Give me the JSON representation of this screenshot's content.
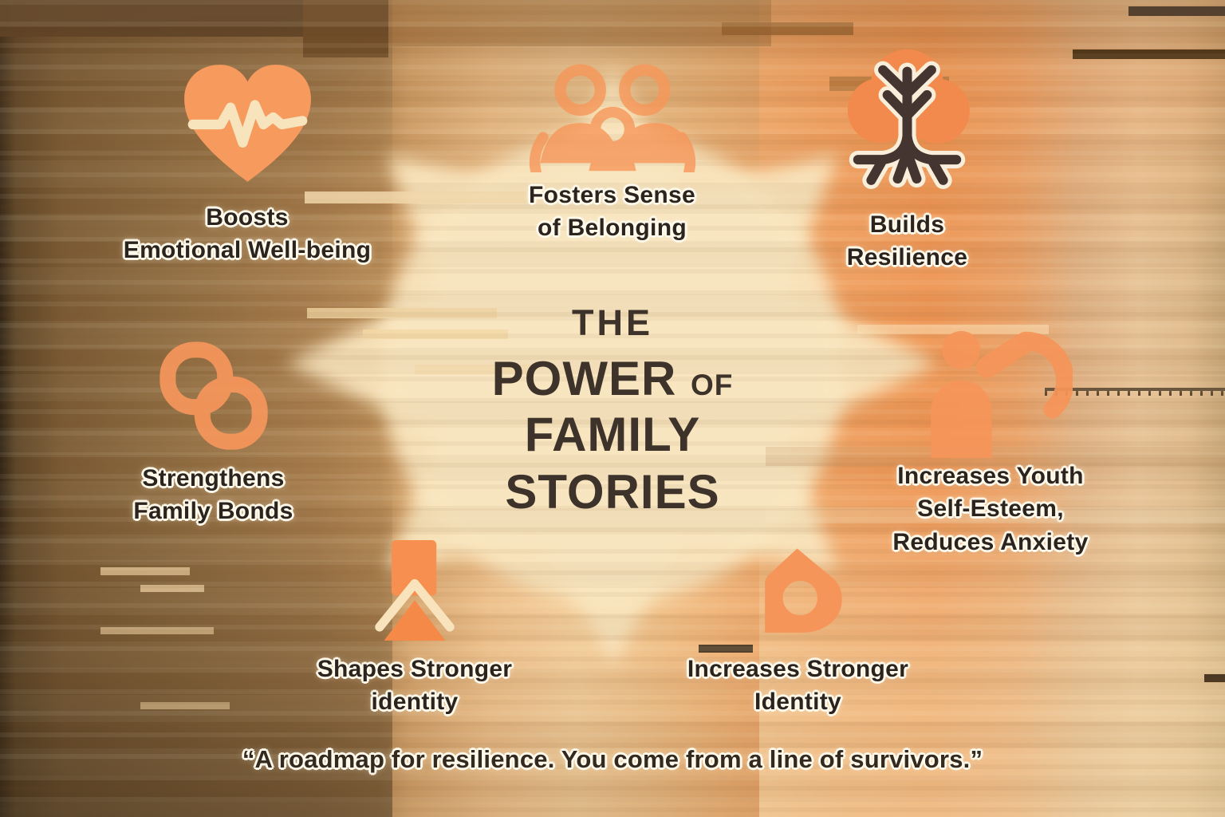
{
  "colors": {
    "accent_orange": "#f6955a",
    "canopy_orange": "#f28a4d",
    "trunk_brown": "#453530",
    "title_text": "#3e332b",
    "label_text": "#2b231d",
    "center_cream": "#f8e2b8",
    "left_band_brown": "#8a683e",
    "dark_edge_brown": "#2f2315"
  },
  "title": {
    "line1": "THE",
    "line2_word": "POWER",
    "line2_of": "OF",
    "line3": "FAMILY",
    "line4": "STORIES"
  },
  "benefits": [
    {
      "id": "emotional-wellbeing",
      "icon": "heart-pulse-icon",
      "lines": [
        "Boosts",
        "Emotional Well-being"
      ]
    },
    {
      "id": "sense-of-belonging",
      "icon": "family-group-icon",
      "lines": [
        "Fosters Sense",
        "of Belonging"
      ]
    },
    {
      "id": "builds-resilience",
      "icon": "rooted-tree-icon",
      "lines": [
        "Builds",
        "Resilience"
      ]
    },
    {
      "id": "family-bonds",
      "icon": "chain-links-icon",
      "lines": [
        "Strengthens",
        "Family Bonds"
      ]
    },
    {
      "id": "youth-self-esteem",
      "icon": "flexing-person-icon",
      "lines": [
        "Increases Youth",
        "Self-Esteem,",
        "Reduces Anxiety"
      ]
    },
    {
      "id": "shapes-identity",
      "icon": "tent-mountain-icon",
      "lines": [
        "Shapes Stronger",
        "identity"
      ]
    },
    {
      "id": "stronger-identity",
      "icon": "location-pin-icon",
      "lines": [
        "Increases Stronger",
        "Identity"
      ]
    }
  ],
  "quote": "“A roadmap for resilience. You come from a line of survivors.”"
}
